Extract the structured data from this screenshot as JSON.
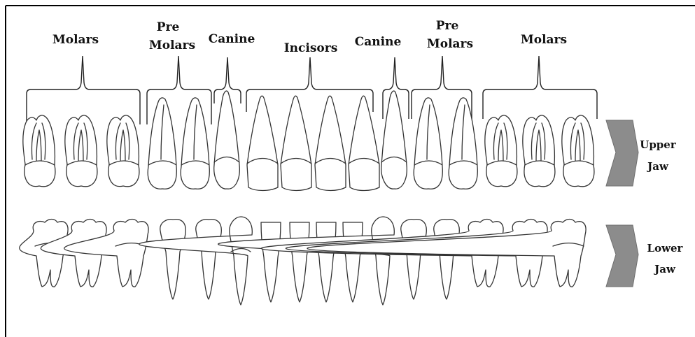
{
  "upper_labels": {
    "molars_left": "Molars",
    "premolars_left_1": "Pre",
    "premolars_left_2": "Molars",
    "canine_left": "Canine",
    "incisors": "Incisors",
    "canine_right": "Canine",
    "premolars_right_1": "Pre",
    "premolars_right_2": "Molars",
    "molars_right": "Molars"
  },
  "jaws": {
    "upper_1": "Upper",
    "upper_2": "Jaw",
    "lower_1": "Lower",
    "lower_2": "Jaw"
  },
  "colors": {
    "outline": "#333333",
    "chevron": "#8c8c8c",
    "frame": "#000000"
  },
  "teeth": {
    "upper": [
      "molar",
      "molar",
      "molar",
      "premolar",
      "premolar",
      "canine",
      "incisor",
      "incisor",
      "incisor",
      "incisor",
      "canine",
      "premolar",
      "premolar",
      "molar",
      "molar",
      "molar"
    ],
    "lower": [
      "molar",
      "molar",
      "molar",
      "premolar",
      "premolar",
      "canine",
      "incisor",
      "incisor",
      "incisor",
      "incisor",
      "canine",
      "premolar",
      "premolar",
      "molar",
      "molar",
      "molar"
    ]
  }
}
